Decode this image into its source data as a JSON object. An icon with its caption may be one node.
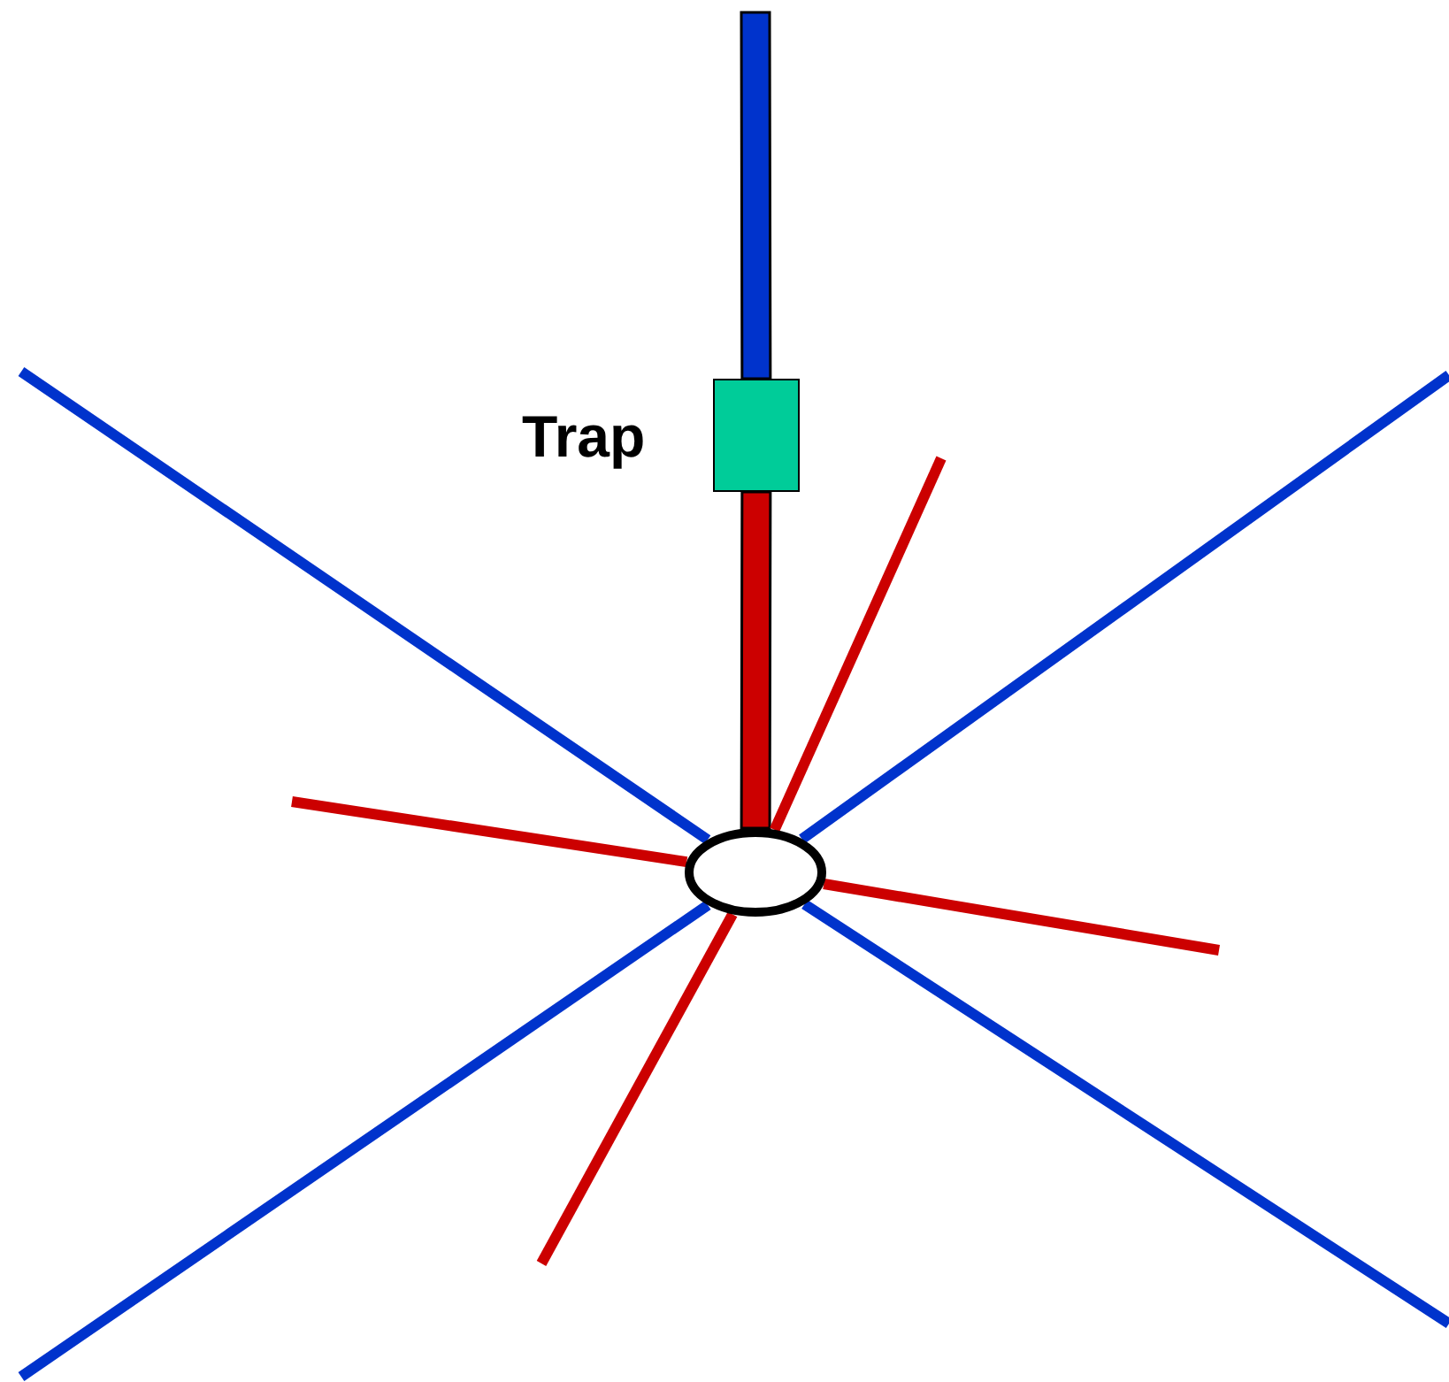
{
  "diagram": {
    "nodes": [
      {
        "text": [],
        "shape": "circle"
      },
      {
        "text": [
          "Trap"
        ]
      }
    ],
    "edges": [
      {
        "from": null,
        "to": 1,
        "arrow": "none",
        "style": "thick"
      },
      {
        "from": 1,
        "to": 0,
        "arrow": "none",
        "style": "thick",
        "color": "#cc0000"
      },
      {
        "from": 0,
        "to": null,
        "arrow": "none"
      },
      {
        "from": 0,
        "to": null,
        "arrow": "none"
      },
      {
        "from": 0,
        "to": null,
        "arrow": "none"
      },
      {
        "from": 0,
        "to": null,
        "arrow": "none"
      },
      {
        "from": 0,
        "to": null,
        "arrow": "none",
        "color": "#cc0000"
      },
      {
        "from": 0,
        "to": null,
        "arrow": "none",
        "color": "#cc0000"
      },
      {
        "from": 0,
        "to": null,
        "arrow": "none",
        "color": "#cc0000"
      },
      {
        "from": 0,
        "to": null,
        "arrow": "none",
        "color": "#cc0000"
      }
    ]
  }
}
